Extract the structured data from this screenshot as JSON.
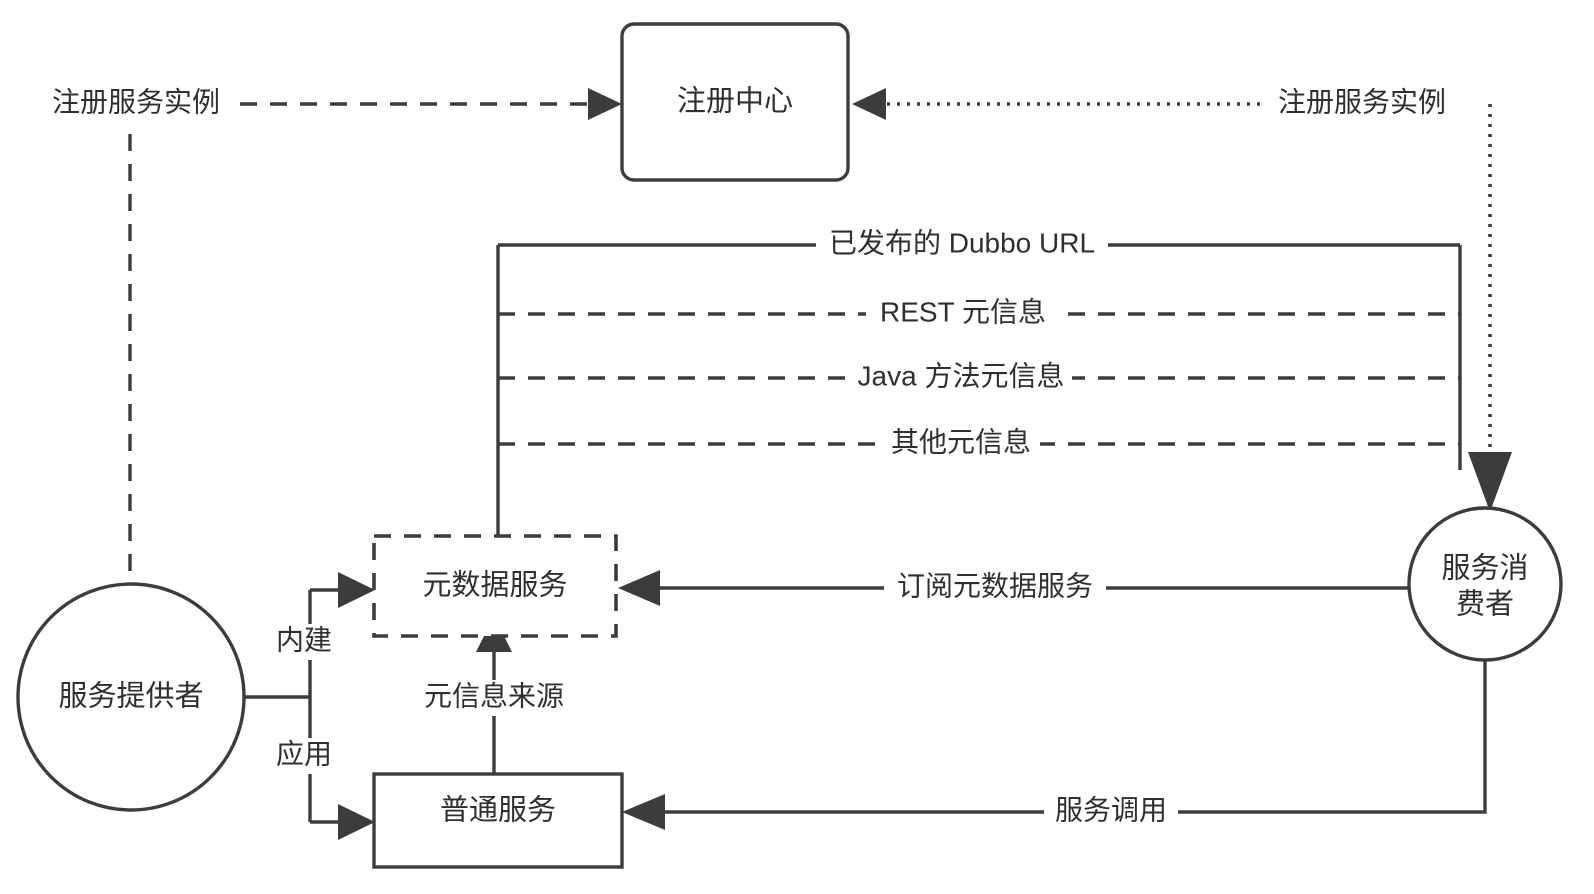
{
  "diagram": {
    "background_color": "#ffffff",
    "stroke_color": "#3c3c3c",
    "text_color": "#2f2f2f",
    "nodes": {
      "registry": {
        "label": "注册中心",
        "shape": "rounded-rect",
        "style": "solid"
      },
      "provider": {
        "label": "服务提供者",
        "shape": "circle",
        "style": "solid"
      },
      "consumer_line1": {
        "label": "服务消"
      },
      "consumer_line2": {
        "label": "费者"
      },
      "consumer": {
        "label": "服务消费者",
        "shape": "circle",
        "style": "solid"
      },
      "metadata_service": {
        "label": "元数据服务",
        "shape": "rect",
        "style": "dashed"
      },
      "normal_service": {
        "label": "普通服务",
        "shape": "rect",
        "style": "solid"
      }
    },
    "edges": {
      "provider_register": {
        "label": "注册服务实例",
        "style": "dashed"
      },
      "consumer_register": {
        "label": "注册服务实例",
        "style": "dotted"
      },
      "published_dubbo_url": {
        "label": "已发布的 Dubbo URL",
        "style": "solid"
      },
      "rest_metadata": {
        "label": "REST 元信息",
        "style": "dashed"
      },
      "java_method_metadata": {
        "label": "Java 方法元信息",
        "style": "dashed"
      },
      "other_metadata": {
        "label": "其他元信息",
        "style": "dashed"
      },
      "builtin": {
        "label": "内建",
        "style": "solid"
      },
      "application": {
        "label": "应用",
        "style": "solid"
      },
      "metadata_source": {
        "label": "元信息来源",
        "style": "solid"
      },
      "subscribe_metadata_service": {
        "label": "订阅元数据服务",
        "style": "solid"
      },
      "service_invocation": {
        "label": "服务调用",
        "style": "solid"
      }
    }
  }
}
